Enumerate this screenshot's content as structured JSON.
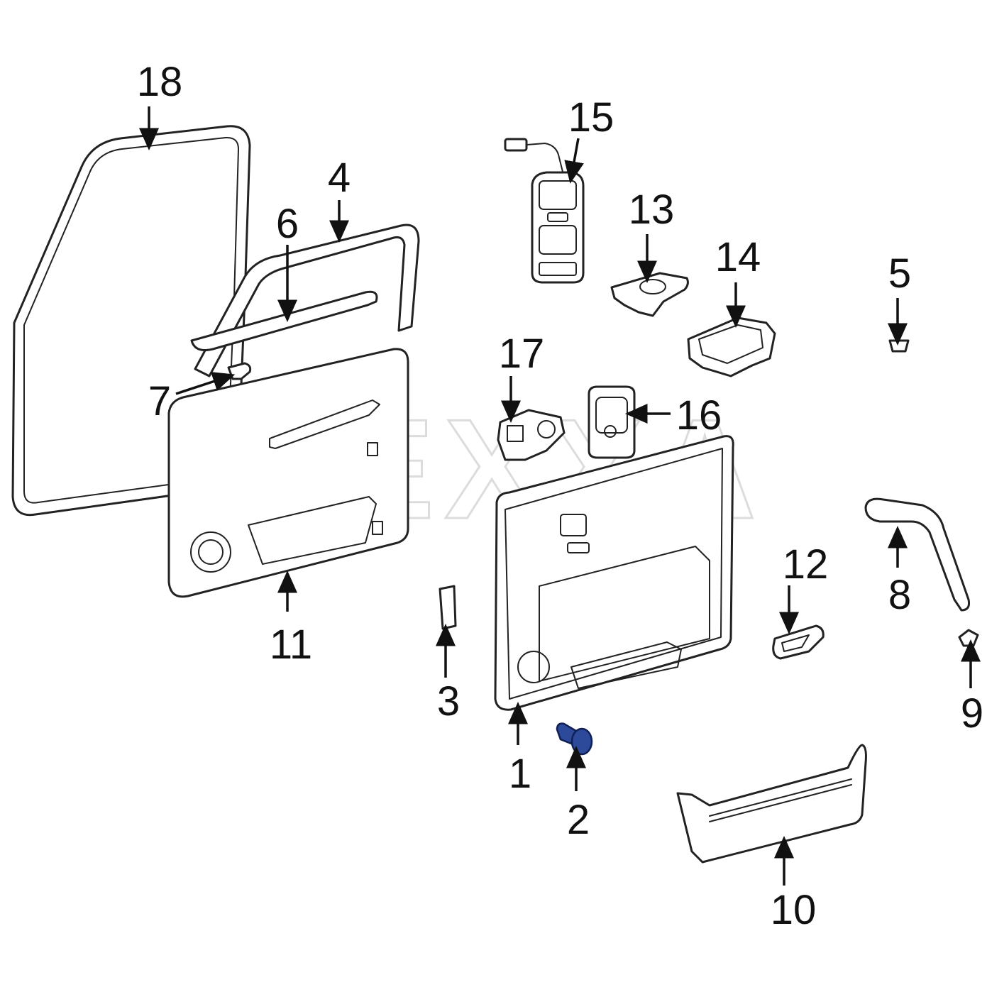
{
  "watermark": "REXXA",
  "accent_color": "#2d4a9a",
  "callouts": [
    {
      "id": "1",
      "label": "1"
    },
    {
      "id": "2",
      "label": "2",
      "highlighted": true
    },
    {
      "id": "3",
      "label": "3"
    },
    {
      "id": "4",
      "label": "4"
    },
    {
      "id": "5",
      "label": "5"
    },
    {
      "id": "6",
      "label": "6"
    },
    {
      "id": "7",
      "label": "7"
    },
    {
      "id": "8",
      "label": "8"
    },
    {
      "id": "9",
      "label": "9"
    },
    {
      "id": "10",
      "label": "10"
    },
    {
      "id": "11",
      "label": "11"
    },
    {
      "id": "12",
      "label": "12"
    },
    {
      "id": "13",
      "label": "13"
    },
    {
      "id": "14",
      "label": "14"
    },
    {
      "id": "15",
      "label": "15"
    },
    {
      "id": "16",
      "label": "16"
    },
    {
      "id": "17",
      "label": "17"
    },
    {
      "id": "18",
      "label": "18"
    }
  ]
}
